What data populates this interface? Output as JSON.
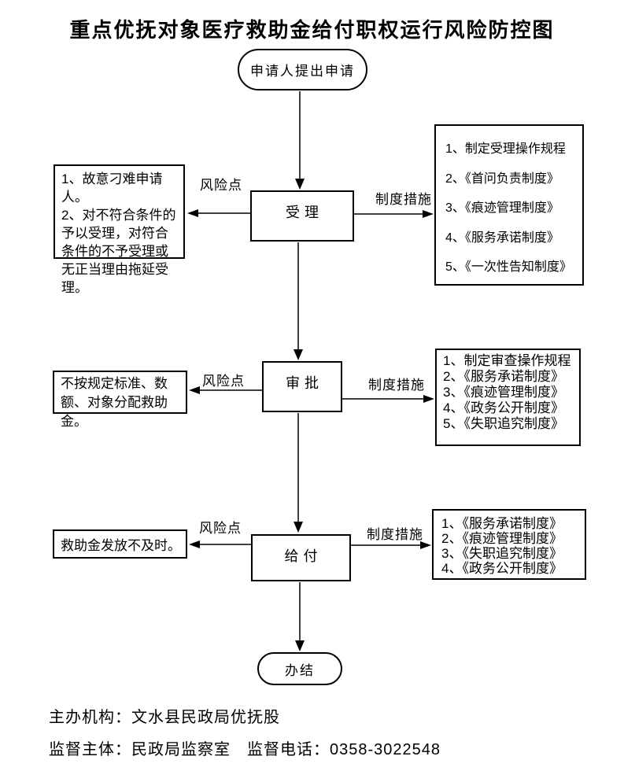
{
  "page": {
    "title": "重点优抚对象医疗救助金给付职权运行风险防控图",
    "colors": {
      "background": "#ffffff",
      "line": "#000000",
      "text": "#000000"
    }
  },
  "flow": {
    "start_label": "申请人提出申请",
    "end_label": "办结",
    "labels": {
      "risk": "风险点",
      "measures": "制度措施"
    },
    "steps": [
      {
        "name": "受理",
        "risks": [
          "1、故意刁难申请人。",
          "2、对不符合条件的予以受理，对符合条件的不予受理或无正当理由拖延受理。"
        ],
        "measures": [
          "1、制定受理操作规程",
          "2、《首问负责制度》",
          "3、《痕迹管理制度》",
          "4、《服务承诺制度》",
          "5、《一次性告知制度》"
        ]
      },
      {
        "name": "审批",
        "risks": [
          "不按规定标准、数额、对象分配救助金。"
        ],
        "measures": [
          "1、制定审查操作规程",
          "2、《服务承诺制度》",
          "3、《痕迹管理制度》",
          "4、《政务公开制度》",
          "5、《失职追究制度》"
        ]
      },
      {
        "name": "给付",
        "risks": [
          "救助金发放不及时。"
        ],
        "measures": [
          "1、《服务承诺制度》",
          "2、《痕迹管理制度》",
          "3、《失职追究制度》",
          "4、《政务公开制度》"
        ]
      }
    ]
  },
  "footer": {
    "organizer": "主办机构：文水县民政局优抚股",
    "supervisor": "监督主体：民政局监察室　监督电话：0358-3022548"
  }
}
